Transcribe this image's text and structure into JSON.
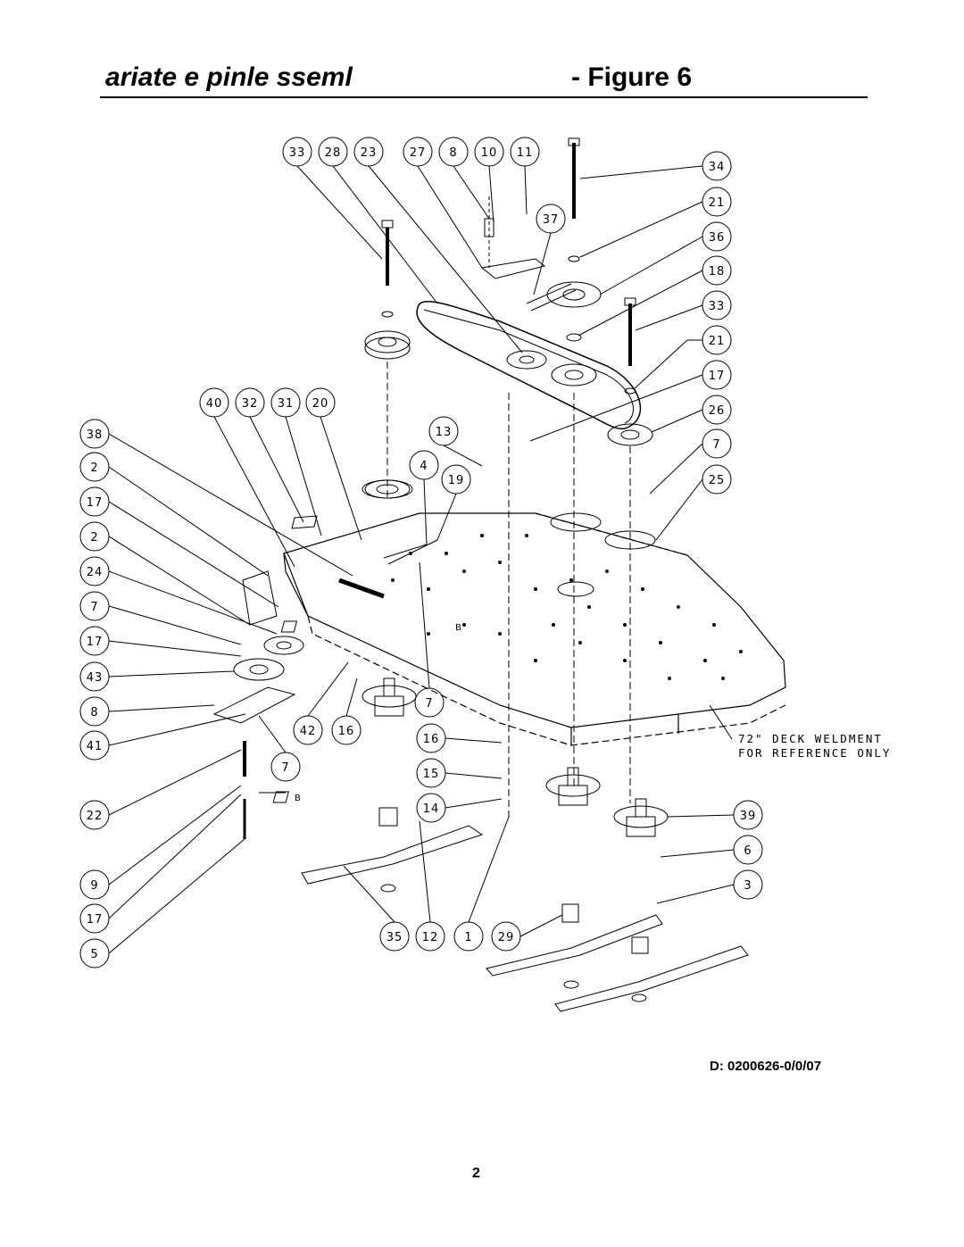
{
  "header": {
    "title": "ariate e pinle sseml",
    "figure": "- Figure 6"
  },
  "diagram": {
    "note_line1": "72\" DECK WELDMENT",
    "note_line2": "FOR REFERENCE ONLY",
    "marker_b": "B",
    "callouts": {
      "top": [
        "33",
        "28",
        "23",
        "27",
        "8",
        "10",
        "11"
      ],
      "top_extra": "37",
      "right": [
        "34",
        "21",
        "36",
        "18",
        "33",
        "21",
        "17",
        "26",
        "7",
        "25"
      ],
      "mid": [
        "40",
        "32",
        "31",
        "20"
      ],
      "mid_right": [
        "13",
        "4",
        "19"
      ],
      "left": [
        "38",
        "2",
        "17",
        "2",
        "24",
        "7",
        "17",
        "43",
        "8",
        "41",
        "22",
        "9",
        "17",
        "5"
      ],
      "center": [
        "7",
        "42",
        "16",
        "7",
        "16",
        "15",
        "14"
      ],
      "bottom": [
        "35",
        "12",
        "1",
        "29"
      ],
      "right_low": [
        "39",
        "6",
        "3"
      ]
    }
  },
  "footer": {
    "doc_id": "D: 0200626-0/0/07",
    "page": "2"
  }
}
